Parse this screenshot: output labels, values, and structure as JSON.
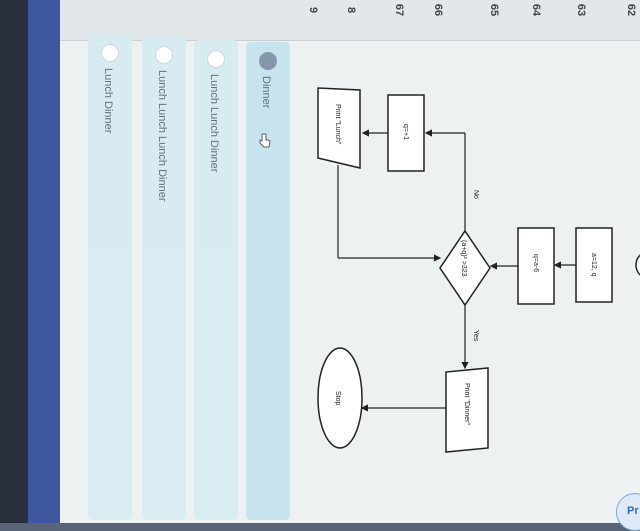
{
  "row_numbers": [
    "62",
    "63",
    "64",
    "65",
    "66",
    "67",
    "8",
    "9"
  ],
  "options": [
    {
      "label": "Dinner",
      "selected": true
    },
    {
      "label": "Lunch Lunch Dinner",
      "selected": false
    },
    {
      "label": "Lunch Lunch Lunch Dinner",
      "selected": false
    },
    {
      "label": "Lunch Dinner",
      "selected": false
    }
  ],
  "flowchart": {
    "assign_a": "a=12, q",
    "assign_q": "q=a-6",
    "condition": "(a+q)² >323",
    "yes_label": "Yes",
    "no_label": "No",
    "increment": "q=+1",
    "print_lunch": "Print \"Lunch\"",
    "print_dinner": "Print \"Dinner\"",
    "stop": "Stop"
  },
  "pager_label": "Pr"
}
